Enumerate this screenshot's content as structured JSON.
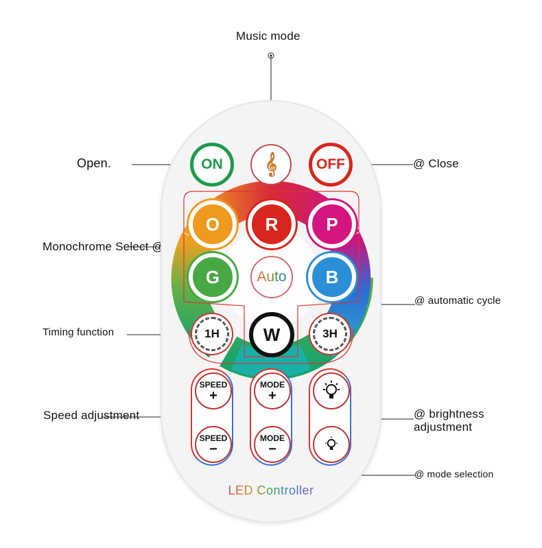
{
  "labels": {
    "music_mode": "Music mode",
    "open": "Open.",
    "close": "@ Close",
    "monochrome": "Monochrome Select @",
    "auto_cycle": "@ automatic cycle",
    "timing": "Timing function",
    "speed_adj": "Speed adjustment",
    "brightness_line1": "@ brightness",
    "brightness_line2": "adjustment",
    "mode_selection": "@ mode selection"
  },
  "buttons": {
    "on": "ON",
    "off": "OFF",
    "music_glyph": "𝄞",
    "o": "O",
    "r": "R",
    "p": "P",
    "g": "G",
    "auto": "Auto",
    "b": "B",
    "w": "W",
    "timer_1h": "1H",
    "timer_3h": "3H",
    "speed": "SPEED",
    "mode": "MODE",
    "plus": "+",
    "minus": "−"
  },
  "brand": "LED Controller",
  "colors": {
    "on": "#1d9a4b",
    "off": "#d8261e",
    "orange": "#ee9a1e",
    "red": "#d8261e",
    "pink": "#d4157f",
    "green": "#47a844",
    "blue": "#2a8fd6"
  },
  "icons": [
    "music-note-icon",
    "bulb-bright-icon",
    "bulb-dim-icon",
    "timer-dial-icon"
  ]
}
